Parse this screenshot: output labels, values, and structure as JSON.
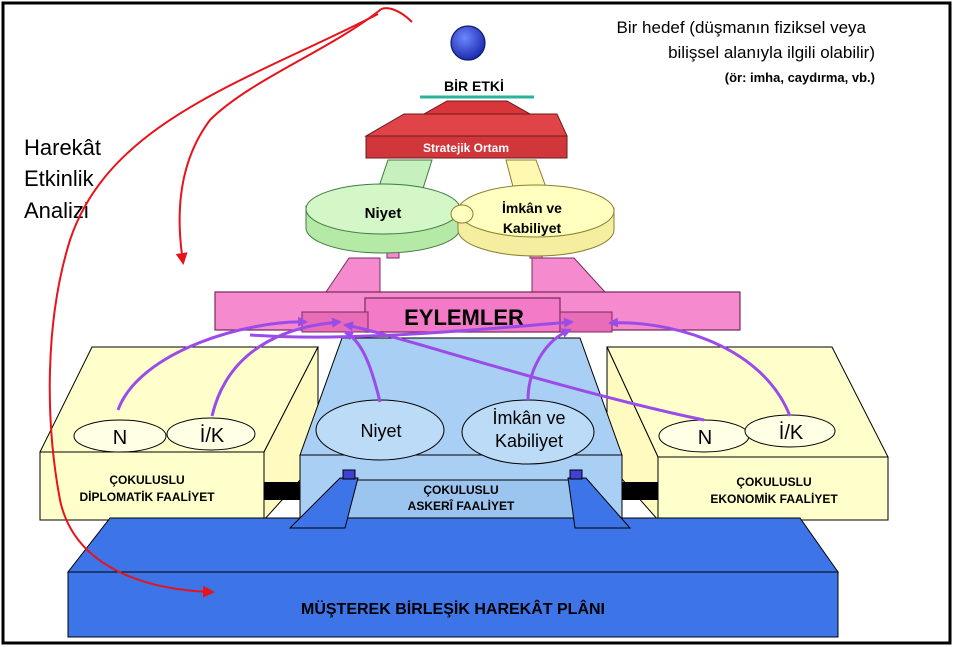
{
  "target": {
    "line1": "Bir hedef (düşmanın fiziksel veya",
    "line2": "bilişsel alanıyla ilgili olabilir)",
    "line3": "(ör: imha, caydırma, vb.)"
  },
  "effect_label": "BİR ETKİ",
  "strategic_environment": "Stratejik Ortam",
  "analysis_label": [
    "Harekât",
    "Etkinlik",
    "Analizi"
  ],
  "upper_ellipses": {
    "intent": "Niyet",
    "capability": [
      "İmkân ve",
      "Kabiliyet"
    ]
  },
  "actions_label": "EYLEMLER",
  "diplomatic": {
    "n": "N",
    "ik": "İ/K",
    "title": [
      "ÇOKULUSLU",
      "DİPLOMATİK FAALİYET"
    ]
  },
  "military": {
    "intent": "Niyet",
    "capability": [
      "İmkân ve",
      "Kabiliyet"
    ],
    "title": [
      "ÇOKULUSLU",
      "ASKERÎ FAALİYET"
    ]
  },
  "economic": {
    "n": "N",
    "ik": "İ/K",
    "title": [
      "ÇOKULUSLU",
      "EKONOMİK FAALİYET"
    ]
  },
  "plan_label": "MÜŞTEREK BİRLEŞİK HAREKÂT PLÂNI",
  "colors": {
    "purple_arrow": "#9B4BE8",
    "red_arrow": "#E8131A",
    "plan_blue": "#3D75E8",
    "actions_pink": "#F58ACF",
    "side_yellow": "#FFFFCC",
    "center_blue": "#A9CFF5",
    "roof_red": "#D1363A",
    "intent_green": "#CCF5BE",
    "capability_yellow": "#FFFFB0",
    "target_blue": "#2E46D9"
  }
}
